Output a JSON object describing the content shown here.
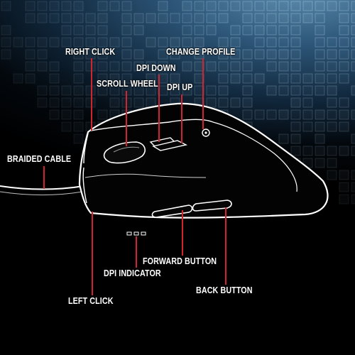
{
  "colors": {
    "background": "#000000",
    "glow": "#5c8db0",
    "outline": "#ffffff",
    "leader": "#d1242c",
    "label": "#ffffff"
  },
  "labels": {
    "right_click": "RIGHT CLICK",
    "change_profile": "CHANGE PROFILE",
    "dpi_down": "DPI DOWN",
    "scroll_wheel": "SCROLL WHEEL",
    "dpi_up": "DPI UP",
    "braided_cable": "BRAIDED CABLE",
    "forward_button": "FORWARD BUTTON",
    "dpi_indicator": "DPI INDICATOR",
    "back_button": "BACK BUTTON",
    "left_click": "LEFT CLICK"
  }
}
